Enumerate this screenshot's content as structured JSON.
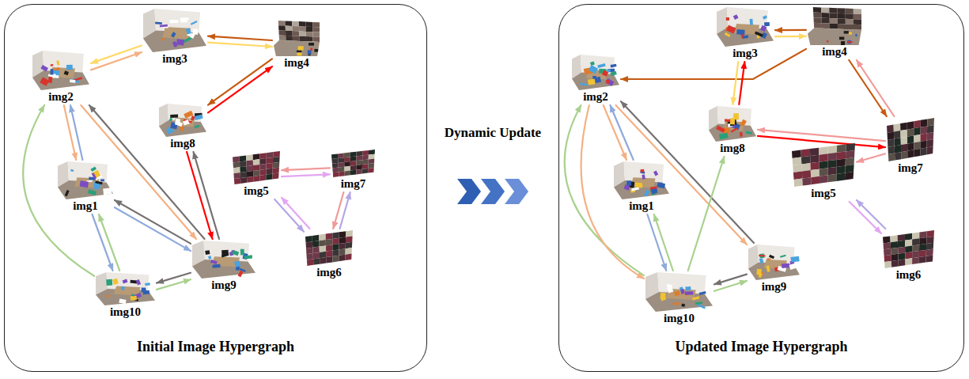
{
  "diagram": {
    "nodes": [
      {
        "text": [
          "Initial Image Hypergraph"
        ]
      },
      {
        "text": [
          "img1"
        ],
        "in": 0
      },
      {
        "text": [
          "img2"
        ],
        "in": 0
      },
      {
        "text": [
          "img3"
        ],
        "in": 0
      },
      {
        "text": [
          "img4"
        ],
        "in": 0
      },
      {
        "text": [
          "img5"
        ],
        "in": 0
      },
      {
        "text": [
          "img6"
        ],
        "in": 0
      },
      {
        "text": [
          "img7"
        ],
        "in": 0
      },
      {
        "text": [
          "img8"
        ],
        "in": 0
      },
      {
        "text": [
          "img9"
        ],
        "in": 0
      },
      {
        "text": [
          "img10"
        ],
        "in": 0
      },
      {
        "text": [
          "Updated Image Hypergraph"
        ]
      },
      {
        "text": [
          "img1"
        ],
        "in": 11
      },
      {
        "text": [
          "img2"
        ],
        "in": 11
      },
      {
        "text": [
          "img3"
        ],
        "in": 11
      },
      {
        "text": [
          "img4"
        ],
        "in": 11
      },
      {
        "text": [
          "img5"
        ],
        "in": 11
      },
      {
        "text": [
          "img6"
        ],
        "in": 11
      },
      {
        "text": [
          "img7"
        ],
        "in": 11
      },
      {
        "text": [
          "img8"
        ],
        "in": 11
      },
      {
        "text": [
          "img9"
        ],
        "in": 11
      },
      {
        "text": [
          "img10"
        ],
        "in": 11
      }
    ],
    "edges": [
      {
        "from": 3,
        "to": 2,
        "arrow": "to"
      },
      {
        "from": 2,
        "to": 3,
        "arrow": "to"
      },
      {
        "from": 3,
        "to": 4,
        "arrow": "to"
      },
      {
        "from": 4,
        "to": 3,
        "arrow": "to"
      },
      {
        "from": 4,
        "to": 8,
        "arrow": "to"
      },
      {
        "from": 8,
        "to": 4,
        "arrow": "to"
      },
      {
        "from": 8,
        "to": 9,
        "arrow": "to"
      },
      {
        "from": 2,
        "to": 1,
        "arrow": "to"
      },
      {
        "from": 1,
        "to": 2,
        "arrow": "to"
      },
      {
        "from": 2,
        "to": 9,
        "arrow": "to"
      },
      {
        "from": 9,
        "to": 2,
        "arrow": "to"
      },
      {
        "from": 9,
        "to": 8,
        "arrow": "to"
      },
      {
        "from": 9,
        "to": 1,
        "arrow": "to"
      },
      {
        "from": 1,
        "to": 9,
        "arrow": "to"
      },
      {
        "from": 1,
        "to": 10,
        "arrow": "to"
      },
      {
        "from": 10,
        "to": 1,
        "arrow": "to"
      },
      {
        "from": 10,
        "to": 9,
        "arrow": "to"
      },
      {
        "from": 9,
        "to": 10,
        "arrow": "to"
      },
      {
        "from": 10,
        "to": 2,
        "arrow": "to"
      },
      {
        "from": 7,
        "to": 5,
        "arrow": "to"
      },
      {
        "from": 5,
        "to": 7,
        "arrow": "to"
      },
      {
        "from": 5,
        "to": 6,
        "arrow": "to"
      },
      {
        "from": 6,
        "to": 5,
        "arrow": "to"
      },
      {
        "from": 7,
        "to": 6,
        "arrow": "to"
      },
      {
        "from": 6,
        "to": 7,
        "arrow": "to"
      },
      {
        "from": 14,
        "to": 15,
        "arrow": "to"
      },
      {
        "from": 15,
        "to": 14,
        "arrow": "to"
      },
      {
        "from": 15,
        "to": 13,
        "arrow": "to"
      },
      {
        "from": 15,
        "to": 18,
        "arrow": "to"
      },
      {
        "from": 18,
        "to": 15,
        "arrow": "to"
      },
      {
        "from": 14,
        "to": 19,
        "arrow": "to"
      },
      {
        "from": 19,
        "to": 14,
        "arrow": "to"
      },
      {
        "from": 19,
        "to": 18,
        "arrow": "to"
      },
      {
        "from": 18,
        "to": 19,
        "arrow": "to"
      },
      {
        "from": 18,
        "to": 16,
        "arrow": "to"
      },
      {
        "from": 16,
        "to": 17,
        "arrow": "to"
      },
      {
        "from": 17,
        "to": 16,
        "arrow": "to"
      },
      {
        "from": 13,
        "to": 12,
        "arrow": "to"
      },
      {
        "from": 12,
        "to": 13,
        "arrow": "to"
      },
      {
        "from": 12,
        "to": 21,
        "arrow": "to"
      },
      {
        "from": 21,
        "to": 12,
        "arrow": "to"
      },
      {
        "from": 20,
        "to": 13,
        "arrow": "to"
      },
      {
        "from": 13,
        "to": 20,
        "arrow": "to"
      },
      {
        "from": 21,
        "to": 19,
        "arrow": "to"
      },
      {
        "from": 21,
        "to": 20,
        "arrow": "to"
      },
      {
        "from": 20,
        "to": 21,
        "arrow": "to"
      },
      {
        "from": 21,
        "to": 13,
        "arrow": "to"
      },
      {
        "from": 13,
        "to": 21,
        "arrow": "to"
      }
    ],
    "labels": [
      "Dynamic Update"
    ]
  }
}
